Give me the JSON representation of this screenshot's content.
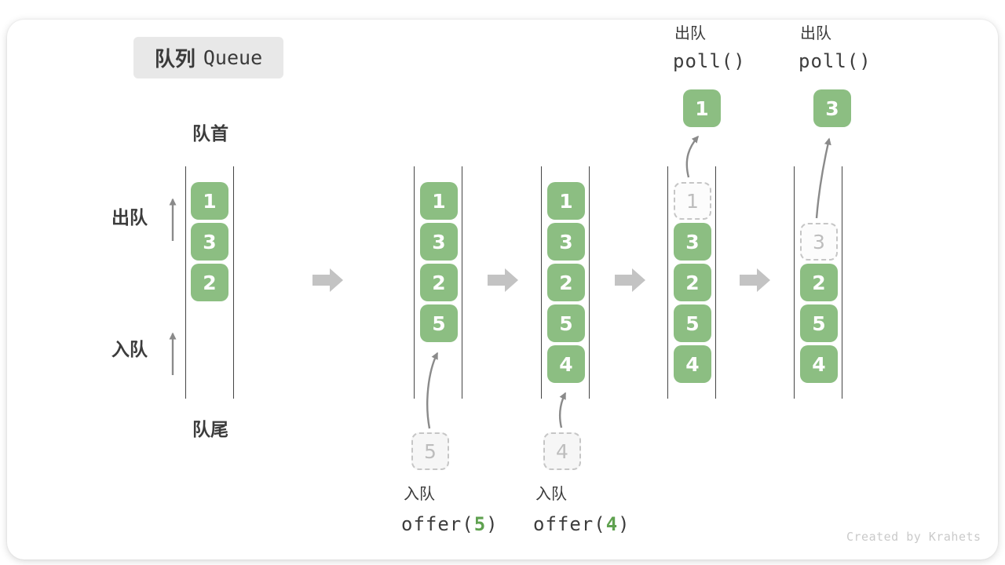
{
  "title": {
    "zh": "队列",
    "en": "Queue"
  },
  "side_labels": {
    "front": "队首",
    "rear": "队尾",
    "dequeue": "出队",
    "enqueue": "入队"
  },
  "columns": {
    "c1": {
      "items": [
        "1",
        "3",
        "2"
      ]
    },
    "c2": {
      "items": [
        "1",
        "3",
        "2",
        "5"
      ],
      "incoming_value": "5",
      "op": {
        "label": "入队",
        "code_fn": "offer(",
        "code_arg": "5",
        "code_close": ")"
      }
    },
    "c3": {
      "items": [
        "1",
        "3",
        "2",
        "5",
        "4"
      ],
      "incoming_value": "4",
      "op": {
        "label": "入队",
        "code_fn": "offer(",
        "code_arg": "4",
        "code_close": ")"
      }
    },
    "c4": {
      "ghost_value": "1",
      "items": [
        "3",
        "2",
        "5",
        "4"
      ],
      "removed_value": "1",
      "op": {
        "label": "出队",
        "code": "poll()"
      }
    },
    "c5": {
      "ghost_value": "3",
      "items": [
        "2",
        "5",
        "4"
      ],
      "removed_value": "3",
      "op": {
        "label": "出队",
        "code": "poll()"
      }
    }
  },
  "watermark": "Created by Krahets",
  "colors": {
    "cell_green": "#8CBE82",
    "code_arg_green": "#5FA14F",
    "label_dark": "#3C3C3C",
    "flow_arrow_gray": "#C3C3C3",
    "thin_arrow_gray": "#8A8A8A",
    "title_chip_bg": "#E8E8E8",
    "watermark_gray": "#CACACA"
  }
}
